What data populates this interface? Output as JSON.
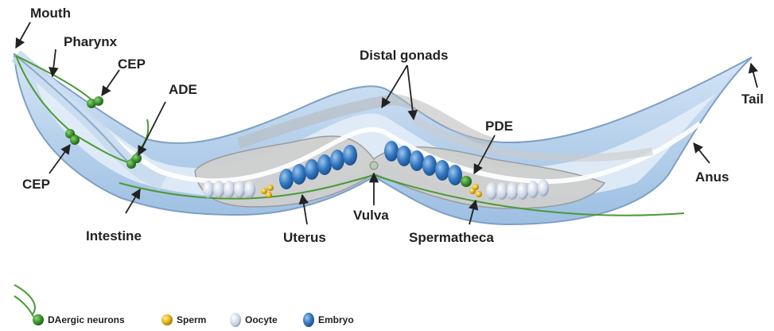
{
  "labels": {
    "mouth": "Mouth",
    "pharynx": "Pharynx",
    "cep_top": "CEP",
    "cep_left": "CEP",
    "ade": "ADE",
    "distal_gonads": "Distal gonads",
    "pde": "PDE",
    "tail": "Tail",
    "anus": "Anus",
    "intestine": "Intestine",
    "uterus": "Uterus",
    "vulva": "Vulva",
    "spermatheca": "Spermatheca"
  },
  "legend": {
    "daergic": "DAergic neurons",
    "sperm": "Sperm",
    "oocyte": "Oocyte",
    "embryo": "Embryo"
  },
  "colors": {
    "body_fill": "#bcd5ee",
    "body_stroke": "#7f9fc4",
    "neuron": "#3a8f2a",
    "sperm": "#e1b013",
    "oocyte": "#c9d3e4",
    "embryo": "#2f74bd"
  }
}
